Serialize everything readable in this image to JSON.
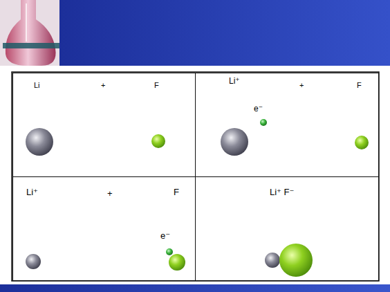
{
  "diagram": {
    "nodes": [
      {
        "text": [
          "Li",
          "+",
          "F"
        ]
      },
      {
        "text": [
          "Li⁺",
          "+",
          "F",
          "e⁻"
        ]
      },
      {
        "text": [
          "Li⁺",
          "+",
          "F",
          "e⁻"
        ]
      },
      {
        "text": [
          "Li⁺ F⁻"
        ]
      }
    ]
  }
}
